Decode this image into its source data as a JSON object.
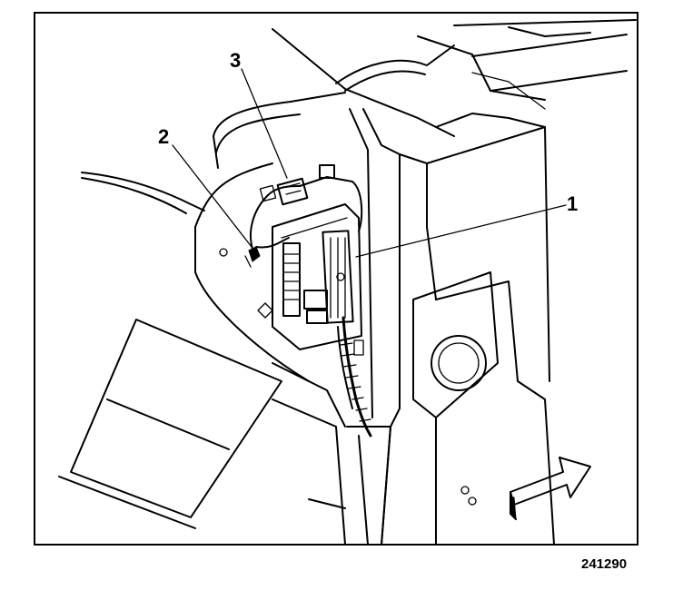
{
  "figure": {
    "callouts": [
      {
        "label": "1"
      },
      {
        "label": "2"
      },
      {
        "label": "3"
      }
    ],
    "figure_number": "241290"
  }
}
